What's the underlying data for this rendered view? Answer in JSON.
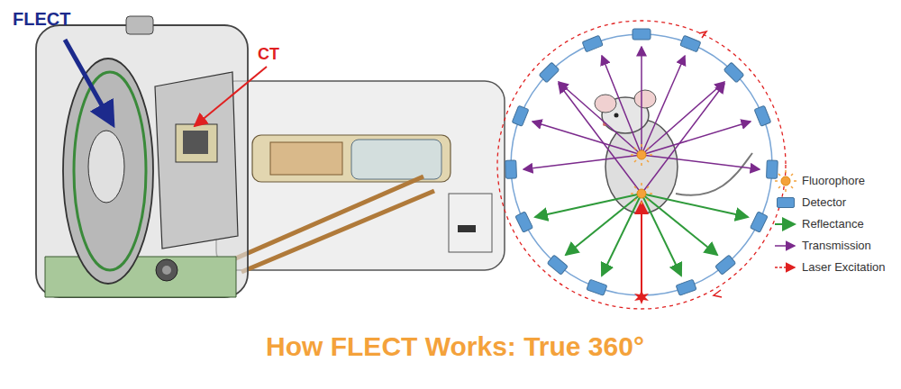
{
  "diagram": {
    "title": "How FLECT Works: True 360°",
    "labels": [
      "FLECT",
      "CT"
    ],
    "legend": [
      {
        "text": "Fluorophore"
      },
      {
        "text": "Detector",
        "color": "#5b9bd5"
      },
      {
        "text": "Reflectance"
      },
      {
        "text": "Transmission"
      },
      {
        "text": "Laser Excitation"
      }
    ]
  }
}
